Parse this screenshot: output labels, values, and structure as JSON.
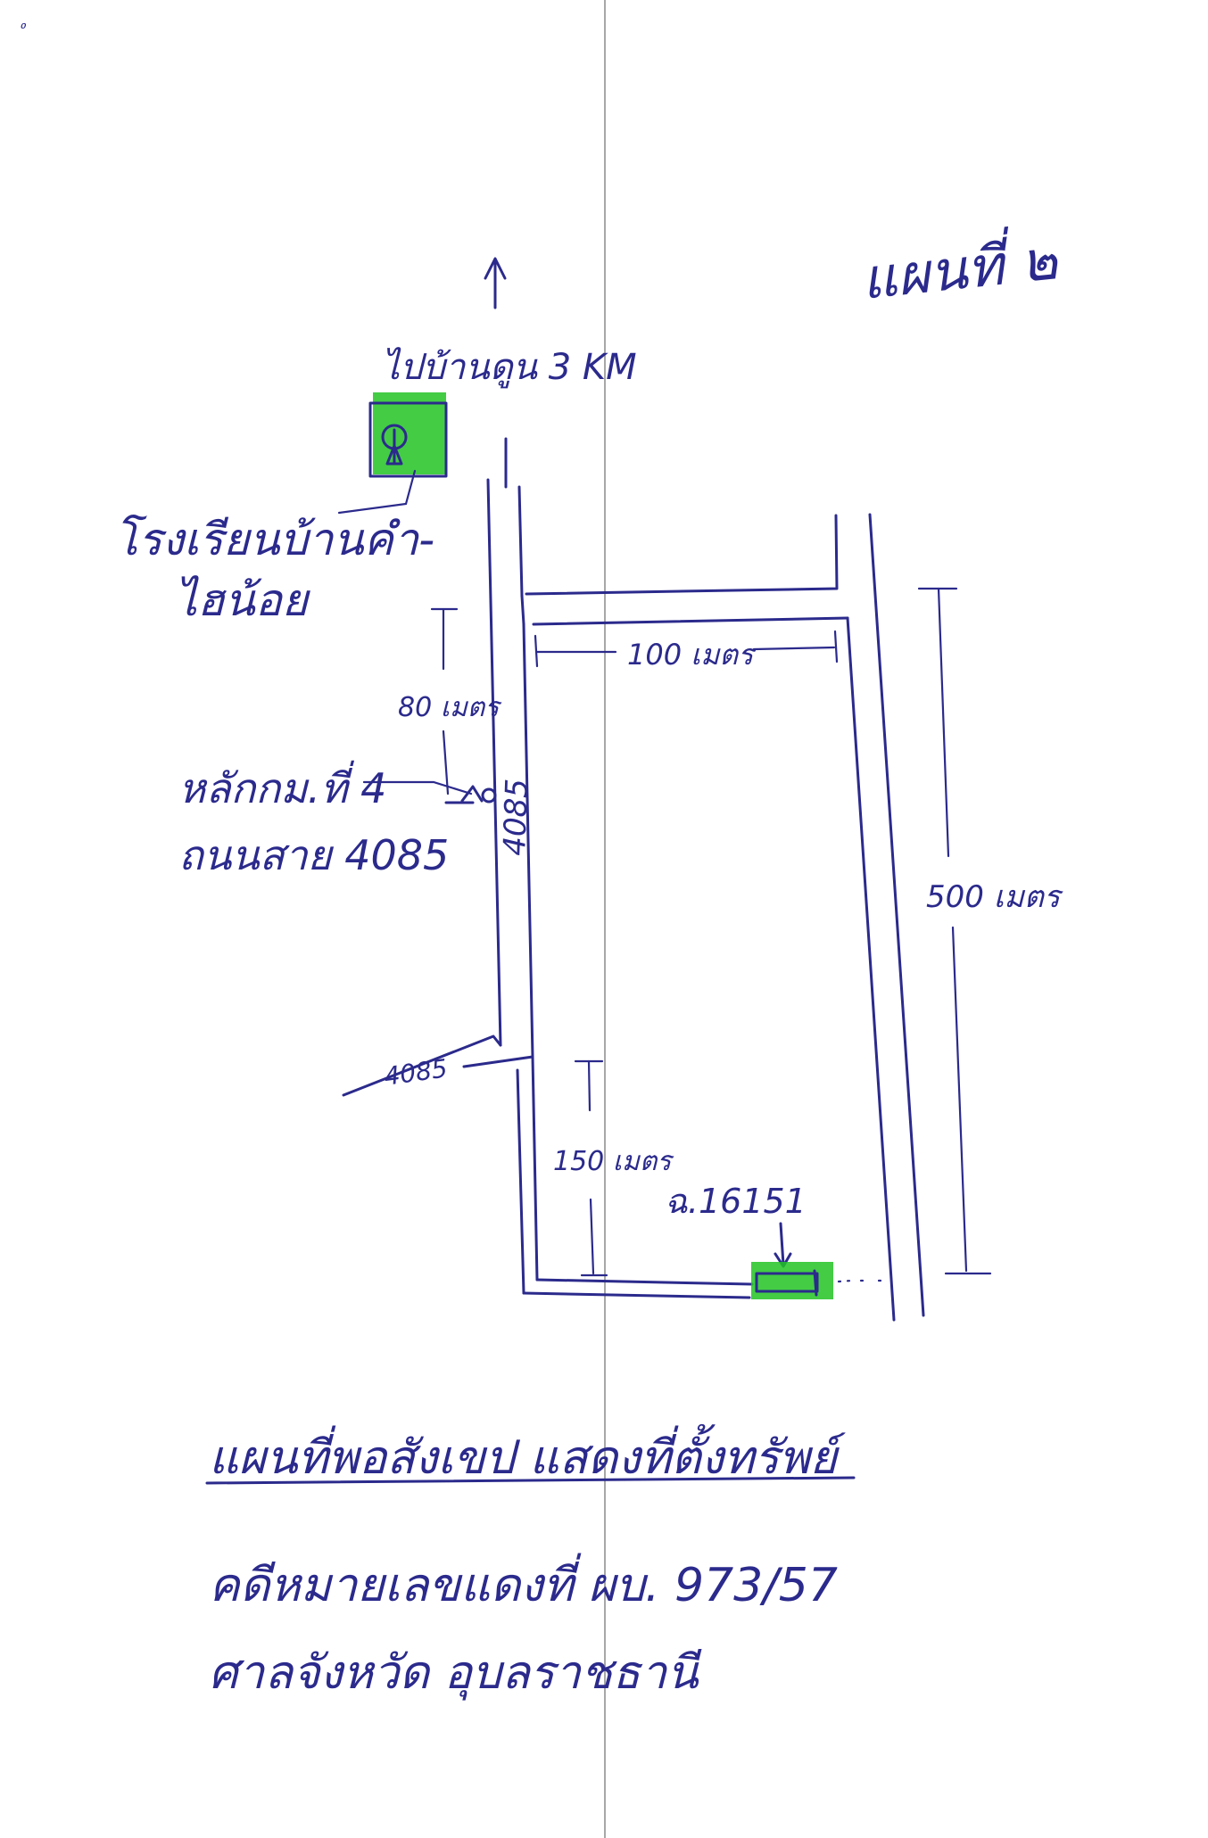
{
  "sheet_label": "แผนที่ ๒",
  "north_arrow": {
    "direction": "to-top",
    "destination": "ไปบ้านดูน 3 KM"
  },
  "school": {
    "label_line1": "โรงเรียนบ้านคำ-",
    "label_line2": "ไฮน้อย",
    "symbol": "school-flag-icon",
    "highlight_color": "#22c323"
  },
  "km_marker": {
    "label_line1": "หลักกม.ที่ 4",
    "label_line2": "ถนนสาย 4085",
    "symbol": "km-post-icon"
  },
  "roads": {
    "main_road_label": "4085",
    "branch_road_label": "4085"
  },
  "distances": {
    "marker_to_junction": "80 เมตร",
    "top_road": "100 เมตร",
    "side_road": "500 เมตร",
    "bottom_segment": "150 เมตร"
  },
  "parcel": {
    "label": "ฉ.16151",
    "highlight_color": "#22c323"
  },
  "caption": {
    "title": "แผนที่พอสังเขป แสดงที่ตั้งทรัพย์",
    "case_line": "คดีหมายเลขแดงที่ ผบ. 973/57",
    "court_line": "ศาลจังหวัด อุบลราชธานี"
  },
  "ink_color": "#2b2a8c"
}
